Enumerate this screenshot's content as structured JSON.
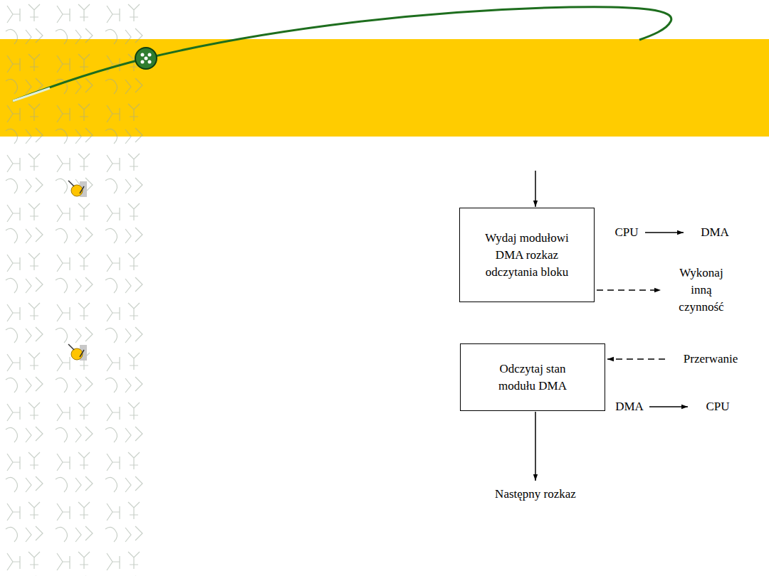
{
  "diagram": {
    "nodes": [
      {
        "text": [
          "Wydaj modułowi DMA rozkaz odczytania bloku"
        ]
      },
      {
        "text": [
          "Odczytaj stan modułu DMA"
        ]
      }
    ],
    "labels": [
      "CPU",
      "DMA",
      "Wykonaj inną czynność",
      "Przerwanie",
      "DMA",
      "CPU",
      "Następny rozkaz"
    ]
  }
}
